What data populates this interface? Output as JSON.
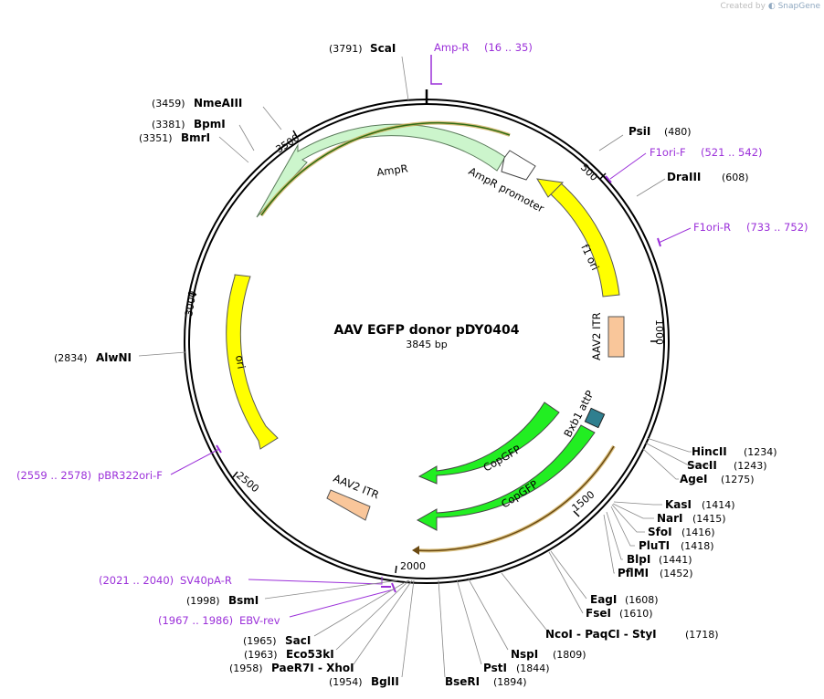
{
  "watermark": {
    "prefix": "Created by",
    "brand": "SnapGene"
  },
  "plasmid": {
    "name": "AAV EGFP donor pDY0404",
    "size_text": "3845 bp",
    "length": 3845
  },
  "ticks": [
    "500",
    "1000",
    "1500",
    "2000",
    "2500",
    "3000",
    "3500"
  ],
  "features": [
    {
      "name": "AmpR",
      "color": "#ccf5cc"
    },
    {
      "name": "AmpR promoter",
      "color": "#ffffff"
    },
    {
      "name": "f1 ori",
      "color": "#ffff00"
    },
    {
      "name": "AAV2 ITR",
      "color": "#f9c69a"
    },
    {
      "name": "Bxb1 attP",
      "color": "#2f7f8f"
    },
    {
      "name": "CopGFP",
      "color": "#22ee22"
    },
    {
      "name": "CopGFP",
      "color": "#22ee22"
    },
    {
      "name": "AAV2 ITR",
      "color": "#f9c69a"
    },
    {
      "name": "ori",
      "color": "#ffff00"
    }
  ],
  "primers": [
    {
      "name": "Amp-R",
      "range": "(16 .. 35)"
    },
    {
      "name": "F1ori-F",
      "range": "(521 .. 542)"
    },
    {
      "name": "F1ori-R",
      "range": "(733 .. 752)"
    },
    {
      "name": "pBR322ori-F",
      "range": "(2559 .. 2578)"
    },
    {
      "name": "SV40pA-R",
      "range": "(2021 .. 2040)"
    },
    {
      "name": "EBV-rev",
      "range": "(1967 .. 1986)"
    }
  ],
  "sites": [
    {
      "name": "ScaI",
      "pos": "(3791)"
    },
    {
      "name": "NmeAIII",
      "pos": "(3459)"
    },
    {
      "name": "BpmI",
      "pos": "(3381)"
    },
    {
      "name": "BmrI",
      "pos": "(3351)"
    },
    {
      "name": "PsiI",
      "pos": "(480)"
    },
    {
      "name": "DraIII",
      "pos": "(608)"
    },
    {
      "name": "AlwNI",
      "pos": "(2834)"
    },
    {
      "name": "HincII",
      "pos": "(1234)"
    },
    {
      "name": "SacII",
      "pos": "(1243)"
    },
    {
      "name": "AgeI",
      "pos": "(1275)"
    },
    {
      "name": "KasI",
      "pos": "(1414)"
    },
    {
      "name": "NarI",
      "pos": "(1415)"
    },
    {
      "name": "SfoI",
      "pos": "(1416)"
    },
    {
      "name": "PluTI",
      "pos": "(1418)"
    },
    {
      "name": "BlpI",
      "pos": "(1441)"
    },
    {
      "name": "PflMI",
      "pos": "(1452)"
    },
    {
      "name": "EagI",
      "pos": "(1608)"
    },
    {
      "name": "FseI",
      "pos": "(1610)"
    },
    {
      "name": "NcoI - PaqCI - StyI",
      "pos": "(1718)"
    },
    {
      "name": "NspI",
      "pos": "(1809)"
    },
    {
      "name": "PstI",
      "pos": "(1844)"
    },
    {
      "name": "BseRI",
      "pos": "(1894)"
    },
    {
      "name": "BglII",
      "pos": "(1954)"
    },
    {
      "name": "PaeR7I - XhoI",
      "pos": "(1958)"
    },
    {
      "name": "Eco53kI",
      "pos": "(1963)"
    },
    {
      "name": "SacI",
      "pos": "(1965)"
    },
    {
      "name": "BsmI",
      "pos": "(1998)"
    }
  ]
}
